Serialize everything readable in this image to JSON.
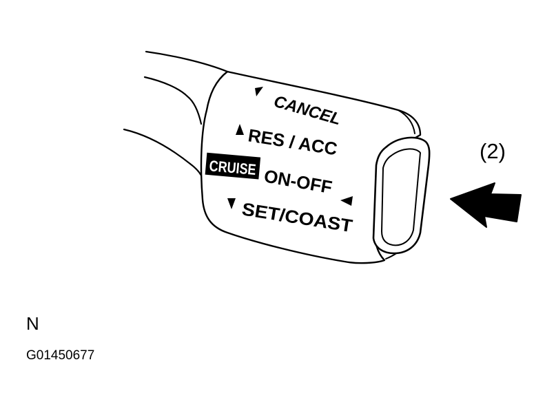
{
  "lever": {
    "cancel_label": "CANCEL",
    "res_acc_label": "RES / ACC",
    "cruise_label": "CRUISE",
    "on_off_label": "ON-OFF",
    "set_coast_label": "SET/COAST"
  },
  "callout": {
    "label": "(2)"
  },
  "caption": {
    "letter": "N",
    "code": "G01450677"
  },
  "colors": {
    "ink": "#000000",
    "paper": "#ffffff"
  }
}
